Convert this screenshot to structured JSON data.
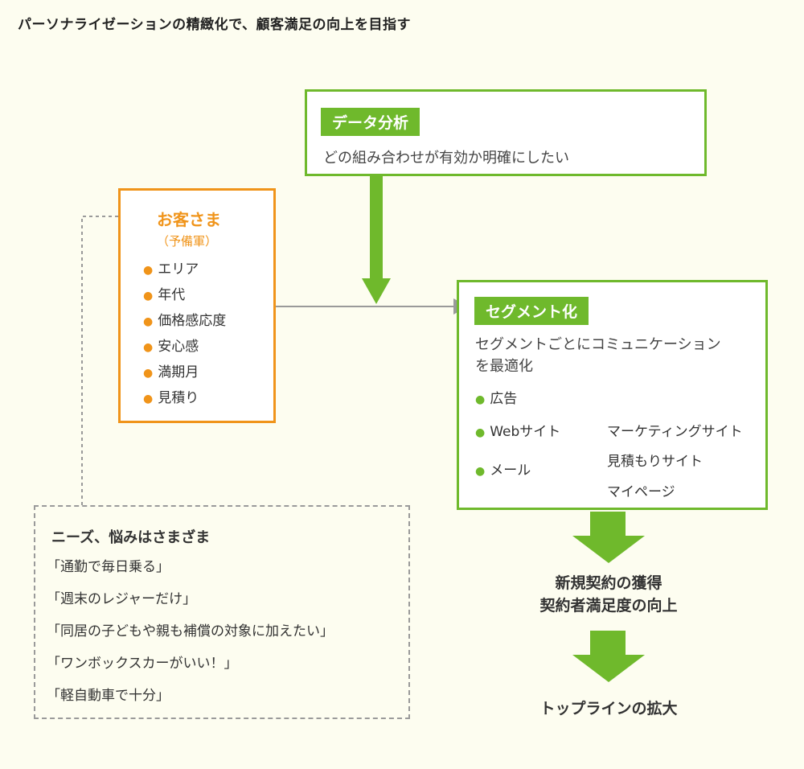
{
  "title": "パーソナライゼーションの精緻化で、顧客満足の向上を目指す",
  "data_analysis": {
    "label": "データ分析",
    "description": "どの組み合わせが有効か明確にしたい"
  },
  "customer": {
    "title": "お客さま",
    "subtitle": "（予備軍）",
    "items": [
      "エリア",
      "年代",
      "価格感応度",
      "安心感",
      "満期月",
      "見積り"
    ]
  },
  "segment": {
    "label": "セグメント化",
    "description_line1": "セグメントごとにコミュニケーション",
    "description_line2": "を最適化",
    "items": [
      "広告",
      "Webサイト",
      "メール"
    ],
    "web_subitems": [
      "マーケティングサイト",
      "見積もりサイト",
      "マイページ"
    ]
  },
  "needs": {
    "title": "ニーズ、悩みはさまざま",
    "items": [
      "「通勤で毎日乗る」",
      "「週末のレジャーだけ」",
      "「同居の子どもや親も補償の対象に加えたい」",
      "「ワンボックスカーがいい！」",
      "「軽自動車で十分」"
    ]
  },
  "results": {
    "line1": "新規契約の獲得",
    "line2": "契約者満足度の向上",
    "final": "トップラインの拡大"
  },
  "colors": {
    "green": "#6fb92c",
    "orange": "#f0941a",
    "gray": "#9a9a9a",
    "background": "#fdfdf0"
  }
}
